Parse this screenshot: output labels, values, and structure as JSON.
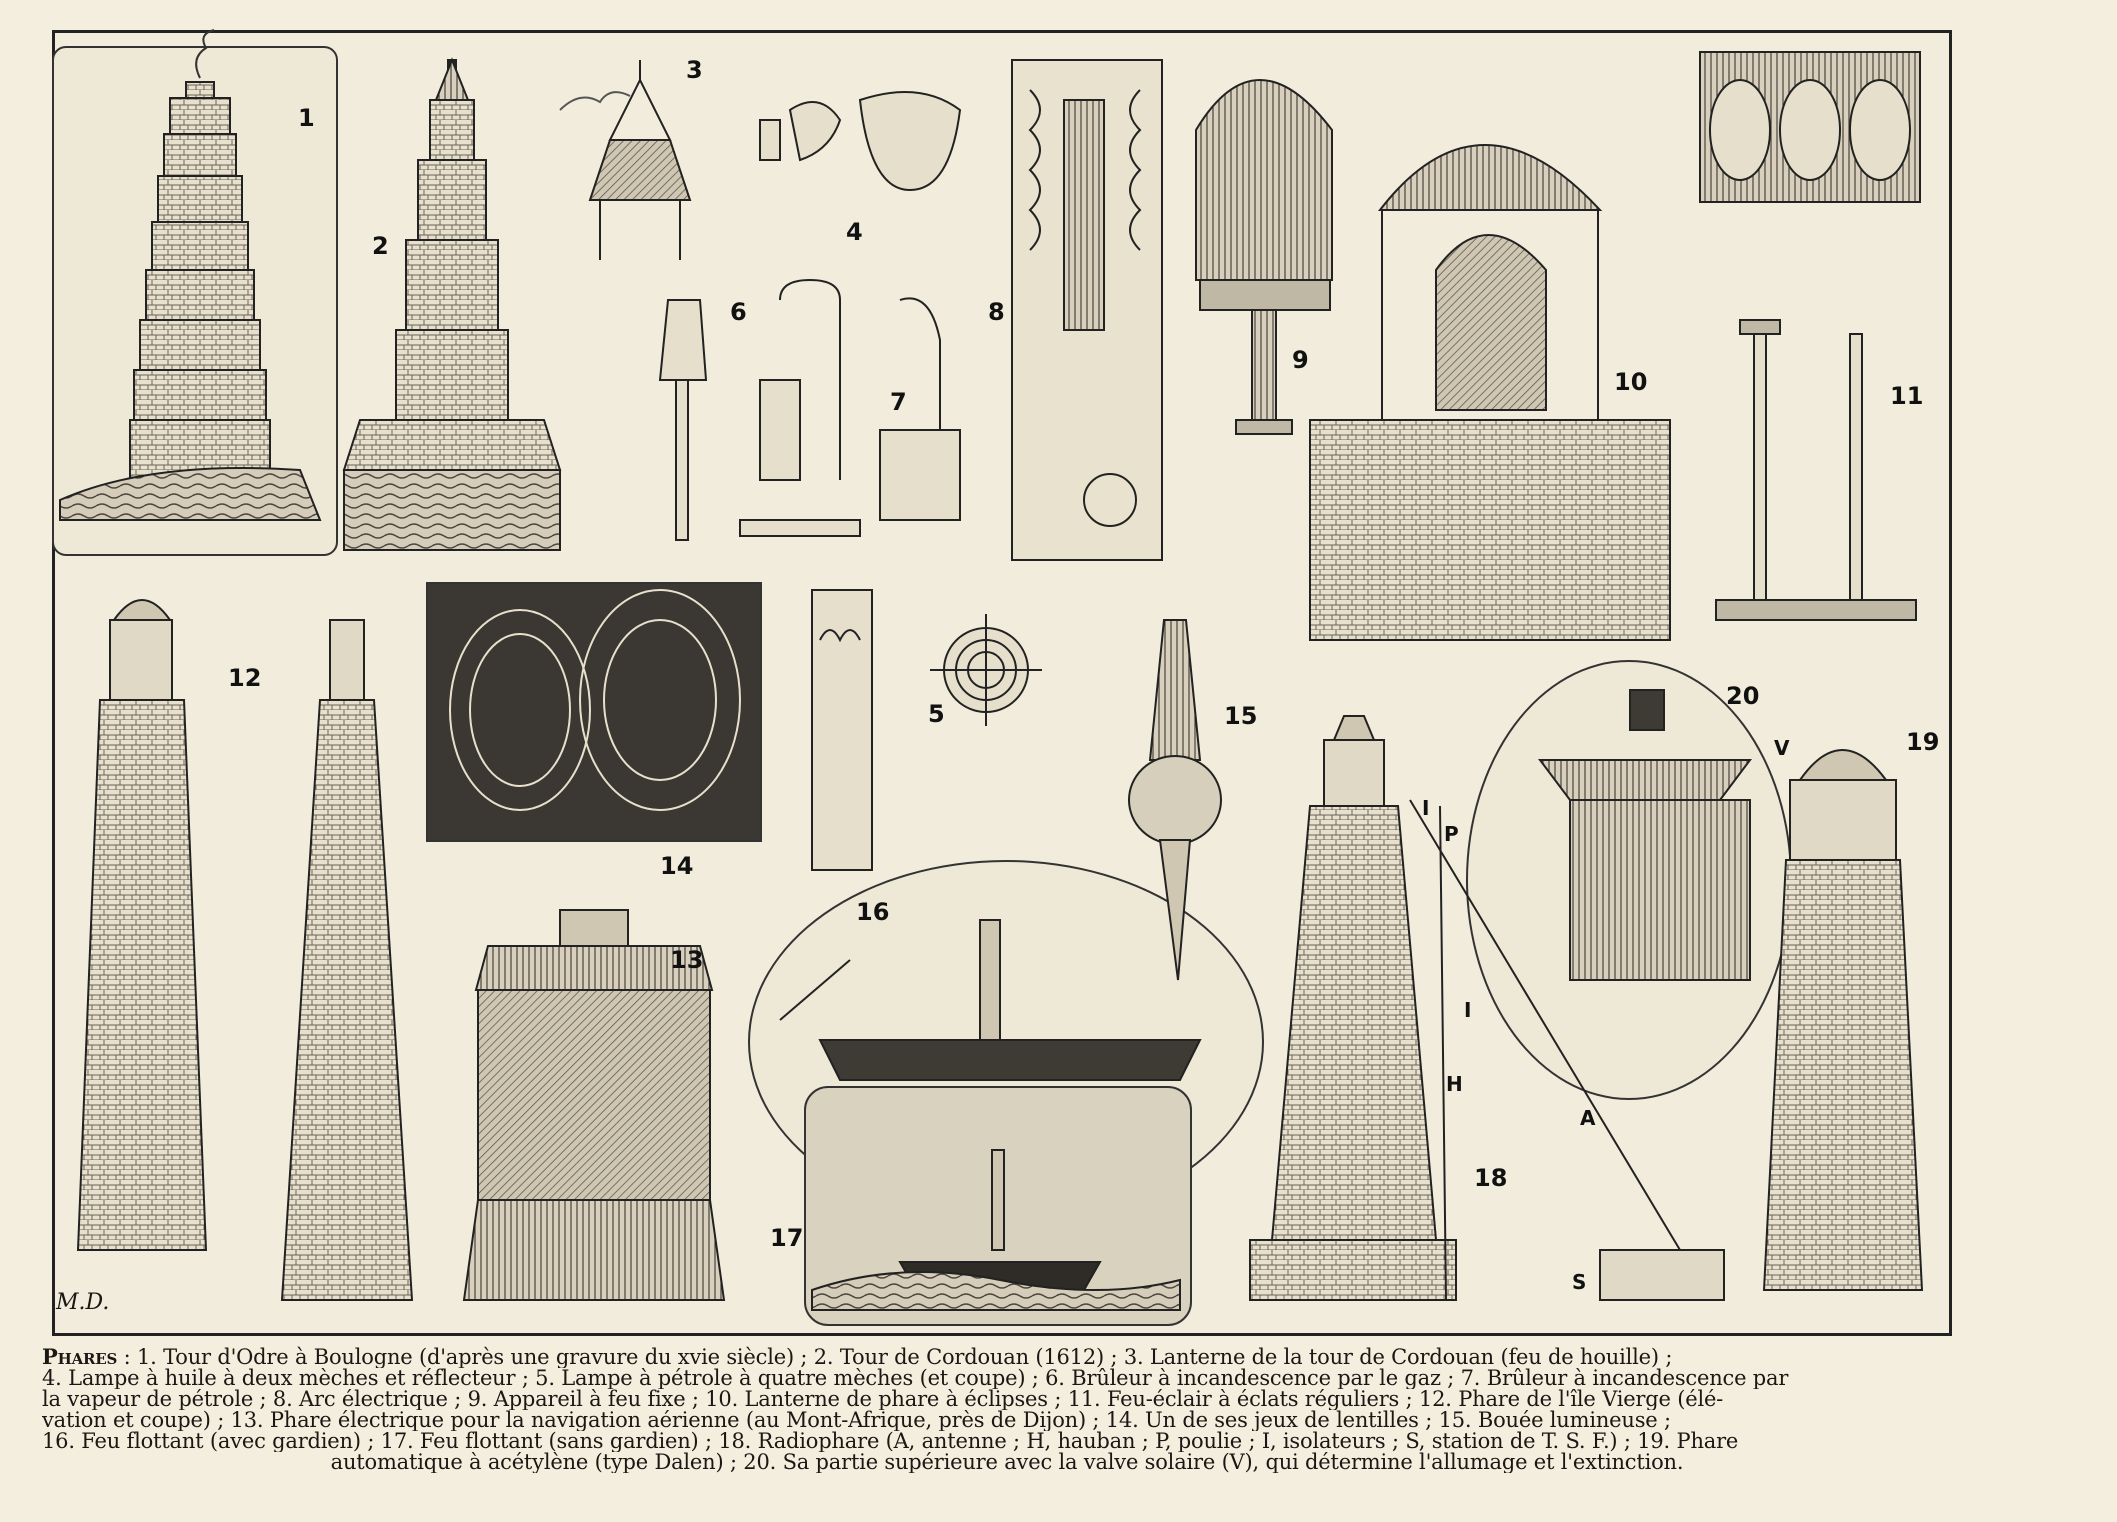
{
  "plate": {
    "signature": "M.D.",
    "figure_numbers": [
      "1",
      "2",
      "3",
      "4",
      "5",
      "6",
      "7",
      "8",
      "9",
      "10",
      "11",
      "12",
      "13",
      "14",
      "15",
      "16",
      "17",
      "18",
      "19",
      "20"
    ],
    "radio_letters": [
      "I",
      "P",
      "I",
      "H",
      "A",
      "S"
    ],
    "valve_letter": "V"
  },
  "caption": {
    "heading": "Phares",
    "lines": [
      " : 1. Tour d'Odre à Boulogne (d'après une gravure du xvie siècle) ; 2. Tour de Cordouan (1612) ; 3. Lanterne de la tour de Cordouan (feu de houille) ;",
      "4. Lampe à huile à deux mèches et réflecteur ; 5. Lampe à pétrole à quatre mèches (et coupe) ; 6. Brûleur à incandescence par le gaz ; 7. Brûleur à incandescence par",
      "la vapeur de pétrole ; 8. Arc électrique ; 9. Appareil à feu fixe ; 10. Lanterne de phare à éclipses ; 11. Feu-éclair à éclats réguliers ; 12. Phare de l'île Vierge (élé-",
      "vation et coupe) ; 13. Phare électrique pour la navigation aérienne (au Mont-Afrique, près de Dijon) ; 14. Un de ses jeux de lentilles ; 15. Bouée lumineuse ;",
      "16. Feu flottant (avec gardien) ; 17. Feu flottant (sans gardien) ; 18. Radiophare (A, antenne ; H, hauban ; P, poulie ; I, isolateurs ; S, station de T. S. F.) ; 19. Phare",
      "automatique à acétylène (type Dalen) ; 20. Sa partie supérieure avec la valve solaire (V), qui détermine l'allumage et l'extinction."
    ]
  }
}
